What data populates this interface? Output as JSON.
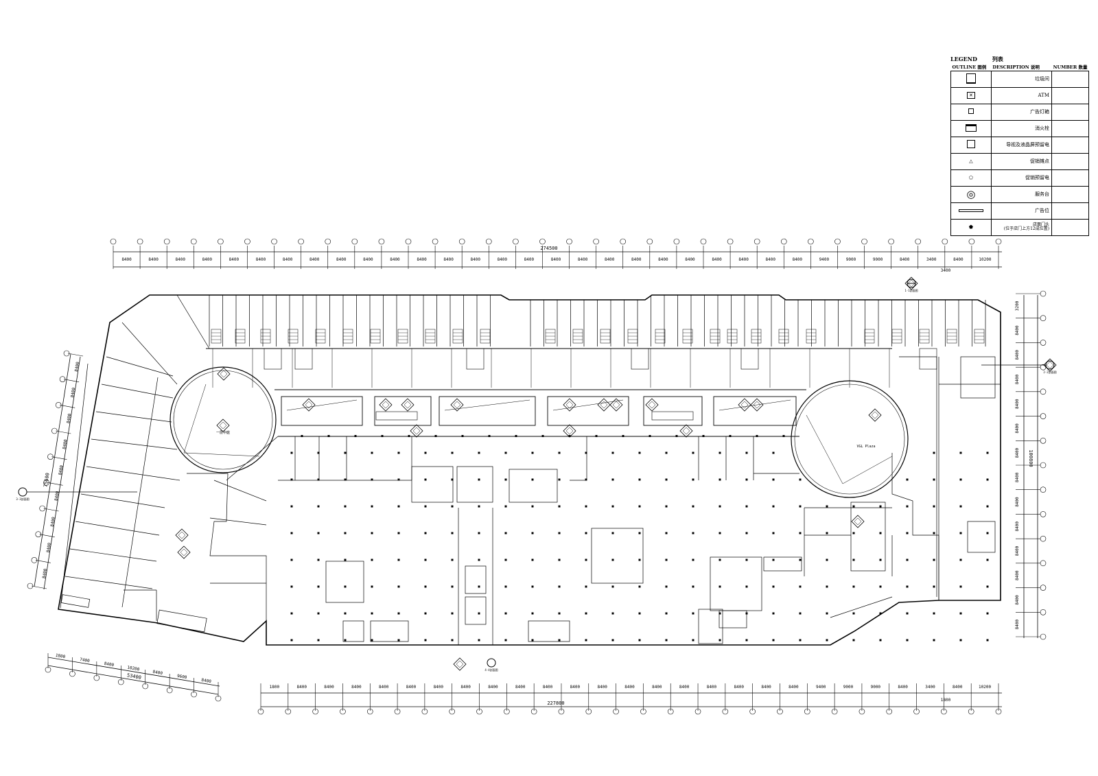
{
  "legend": {
    "title": "LEGEND",
    "title_cn": "列表",
    "columns": [
      "OUTLINE 图例",
      "DESCRIPTION 说明",
      "NUMBER 数量"
    ],
    "rows": [
      {
        "icon": "trash-room-icon",
        "desc": "垃圾间"
      },
      {
        "icon": "atm-icon",
        "desc": "ATM"
      },
      {
        "icon": "ad-lightbox-icon",
        "desc": "广告灯箱"
      },
      {
        "icon": "fire-hydrant-icon",
        "desc": "消火栓"
      },
      {
        "icon": "guide-screen-icon",
        "desc": "导视及液晶屏预留电"
      },
      {
        "icon": "sales-kiosk-icon",
        "desc": "促销摊点"
      },
      {
        "icon": "promo-power-icon",
        "desc": "促销预留电"
      },
      {
        "icon": "service-desk-icon",
        "desc": "服务台"
      },
      {
        "icon": "ad-position-icon",
        "desc": "广告位"
      },
      {
        "icon": "store-sign-icon",
        "desc": "店面门头"
      },
      {
        "icon": "",
        "desc": "(位于店门上方12成位置)"
      }
    ]
  },
  "dimensions": {
    "top_total": "274500",
    "top_spans": [
      "8400",
      "8400",
      "8400",
      "8400",
      "8400",
      "8400",
      "8400",
      "8400",
      "8400",
      "8400",
      "8400",
      "8400",
      "8400",
      "8400",
      "8400",
      "8400",
      "8400",
      "8400",
      "8400",
      "8400",
      "8400",
      "8400",
      "8400",
      "8400",
      "8400",
      "8400",
      "9400",
      "9000",
      "9000",
      "8400",
      "3400",
      "8400",
      "10200"
    ],
    "top_extra": "3400",
    "bottom_total": "227800",
    "bottom_spans": [
      "1800",
      "8400",
      "8400",
      "8400",
      "8400",
      "8400",
      "8400",
      "8400",
      "8400",
      "8400",
      "8400",
      "8400",
      "8400",
      "8400",
      "8400",
      "8400",
      "8400",
      "8400",
      "8400",
      "8400",
      "9400",
      "9000",
      "9000",
      "8400",
      "3400",
      "8400",
      "10200"
    ],
    "bottom_extra": "1800",
    "left_vertical_total": "75600",
    "left_vertical_spans": [
      "8400",
      "8400",
      "8400",
      "8400",
      "8400",
      "8400",
      "8400",
      "8400",
      "8400"
    ],
    "right_vertical_total": "100800",
    "right_vertical_spans": [
      "3200",
      "8400",
      "8400",
      "8400",
      "8400",
      "8400",
      "8400",
      "8400",
      "8400",
      "8400",
      "8400",
      "8400",
      "8400",
      "8400"
    ],
    "bottom_left_spans": [
      "1800",
      "7400",
      "8400",
      "10200",
      "8400",
      "9600",
      "8400"
    ],
    "bottom_left_total": "53400"
  },
  "labels": {
    "atrium_left": "一层中庭",
    "atrium_right": "VGL Plaza",
    "sections": [
      "1-1剖面图",
      "2-2剖面图",
      "3-3剖面图",
      "4-4剖面图"
    ]
  },
  "colors": {
    "line": "#000000",
    "background": "#ffffff"
  }
}
